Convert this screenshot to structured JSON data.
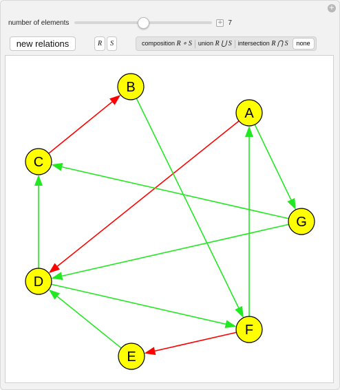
{
  "controls": {
    "slider_label": "number of elements",
    "slider_value": "7",
    "slider_fraction": 0.5,
    "plus_label": "+",
    "new_relations_label": "new relations",
    "relation_buttons": [
      "R",
      "S"
    ],
    "operations": {
      "composition_text": "composition",
      "composition_expr": "R ∘ S",
      "union_text": "union",
      "union_expr": "R ⋃ S",
      "intersection_text": "intersection",
      "intersection_expr": "R ⋂ S",
      "none_label": "none"
    }
  },
  "graph": {
    "nodes": [
      "A",
      "B",
      "C",
      "D",
      "E",
      "F",
      "G"
    ],
    "edges": [
      {
        "from": "C",
        "to": "B",
        "color": "#ff0000"
      },
      {
        "from": "A",
        "to": "D",
        "color": "#ff0000"
      },
      {
        "from": "F",
        "to": "E",
        "color": "#ff0000"
      },
      {
        "from": "B",
        "to": "F",
        "color": "#22e822"
      },
      {
        "from": "A",
        "to": "G",
        "color": "#22e822"
      },
      {
        "from": "F",
        "to": "A",
        "color": "#22e822"
      },
      {
        "from": "G",
        "to": "C",
        "color": "#22e822"
      },
      {
        "from": "G",
        "to": "D",
        "color": "#22e822"
      },
      {
        "from": "D",
        "to": "C",
        "color": "#22e822"
      },
      {
        "from": "D",
        "to": "F",
        "color": "#22e822"
      },
      {
        "from": "E",
        "to": "D",
        "color": "#22e822"
      }
    ],
    "node_fill": "#ffff00",
    "node_stroke": "#000000"
  }
}
